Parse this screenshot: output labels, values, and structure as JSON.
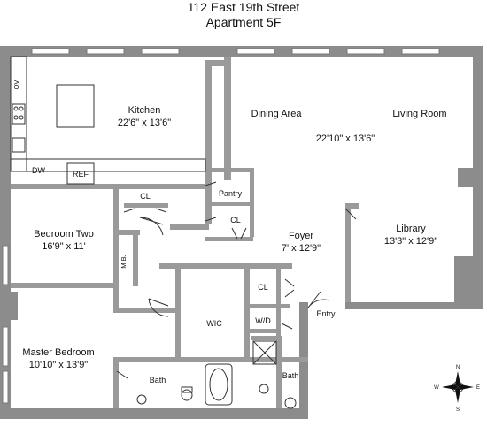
{
  "title": {
    "address": "112 East 19th Street",
    "unit": "Apartment 5F"
  },
  "rooms": {
    "kitchen": {
      "name": "Kitchen",
      "size": "22'6\" x 13'6\""
    },
    "dining": {
      "name": "Dining Area"
    },
    "living": {
      "name": "Living Room",
      "size": "22'10\" x 13'6\""
    },
    "library": {
      "name": "Library",
      "size": "13'3\" x 12'9\""
    },
    "foyer": {
      "name": "Foyer",
      "size": "7' x 12'9\""
    },
    "bedroom_two": {
      "name": "Bedroom Two",
      "size": "16'9\" x 11'"
    },
    "master": {
      "name": "Master Bedroom",
      "size": "10'10\" x 13'9\""
    }
  },
  "small_labels": {
    "pantry": "Pantry",
    "closet": "CL",
    "walk_in_closet": "WIC",
    "washer_dryer": "W/D",
    "bath": "Bath",
    "entry": "Entry",
    "media_built_in": "M.B.",
    "dishwasher": "DW",
    "refrigerator": "REF",
    "oven": "OV"
  },
  "compass": {
    "n": "N",
    "s": "S",
    "e": "E",
    "w": "W"
  }
}
